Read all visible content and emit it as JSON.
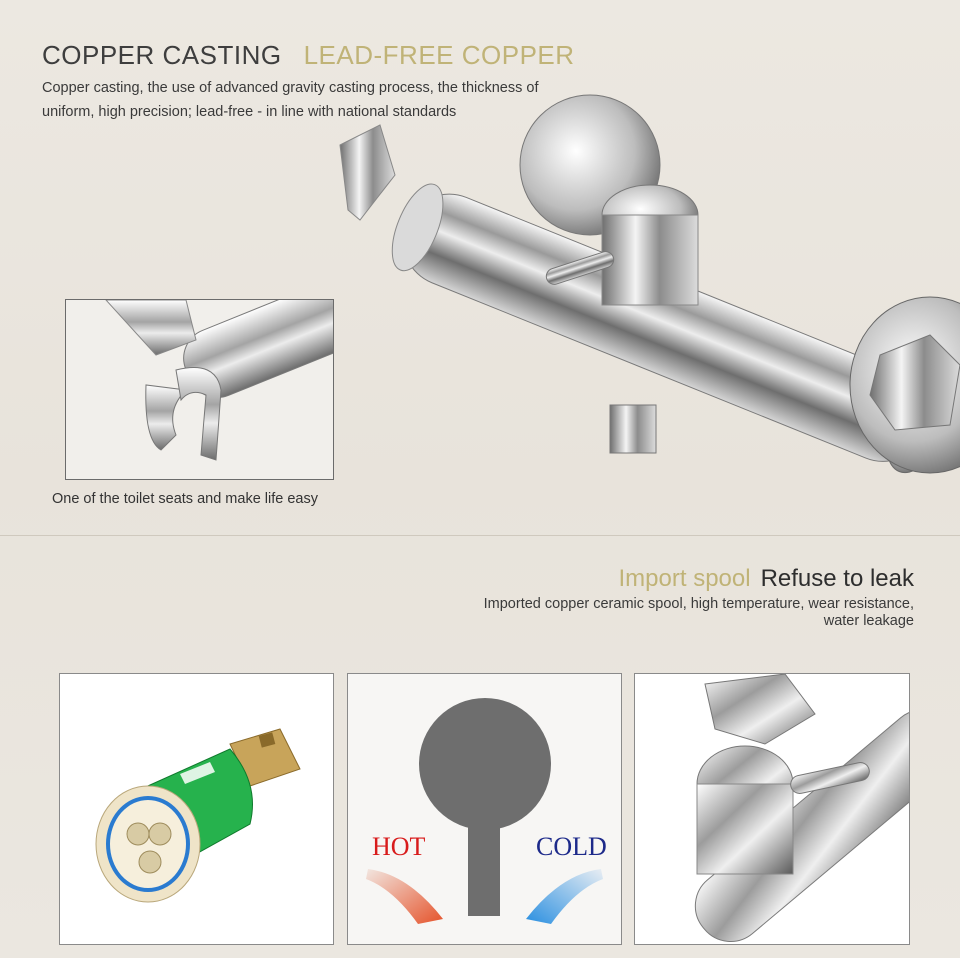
{
  "header": {
    "title_primary": "COPPER CASTING",
    "title_secondary": "LEAD-FREE COPPER",
    "description": "Copper casting, the use of advanced gravity casting process, the thickness of uniform, high precision; lead-free - in line with national standards"
  },
  "inset": {
    "caption": "One of the toilet seats and make life easy"
  },
  "spool": {
    "title_primary": "Import spool",
    "title_secondary": "Refuse to leak",
    "description": "Imported copper ceramic spool, high temperature, wear resistance, water leakage"
  },
  "panels": {
    "hot_label": "HOT",
    "cold_label": "COLD"
  },
  "colors": {
    "accent_gold": "#c0b377",
    "hot_red": "#d81b1b",
    "cold_blue": "#1d2a8a",
    "background": "#e9e4dc"
  }
}
